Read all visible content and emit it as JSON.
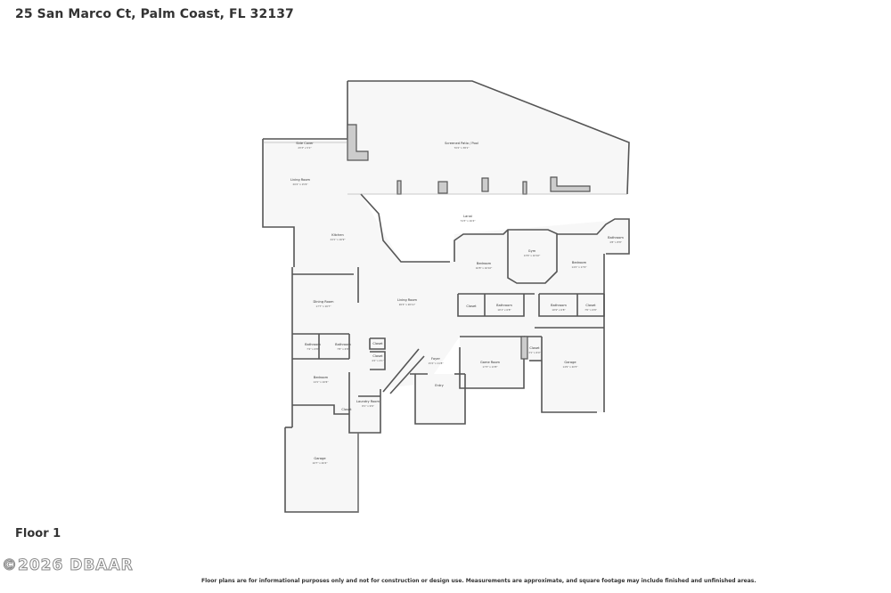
{
  "header": {
    "address": "25 San Marco Ct, Palm Coast, FL 32137"
  },
  "floor": {
    "label": "Floor 1"
  },
  "watermark": {
    "text": "©2026 DBAAR"
  },
  "footer": {
    "disclaimer": "Floor plans are for informational purposes only and not for construction or design use. Measurements are approximate, and square footage may include finished and unfinished areas."
  },
  "rooms": {
    "screened_patio": {
      "name": "Screened Patio / Pool",
      "dim": "70'2\" x 38'1\""
    },
    "side_cover": {
      "name": "Side Cover",
      "dim": "23'3\" x 5'1\""
    },
    "living_left": {
      "name": "Living Room",
      "dim": "20'4\" x 15'6\""
    },
    "lanai": {
      "name": "Lanai",
      "dim": "74'3\" x 16'4\""
    },
    "bath_far_right": {
      "name": "Bathroom",
      "dim": "4'8\" x 8'8\""
    },
    "kitchen": {
      "name": "Kitchen",
      "dim": "24'1\" x 16'9\""
    },
    "bedroom_mid": {
      "name": "Bedroom",
      "dim": "16'8\" x 16'10\""
    },
    "gym": {
      "name": "Gym",
      "dim": "13'6\" x 10'10\""
    },
    "bedroom_right": {
      "name": "Bedroom",
      "dim": "14'2\" x 17'0\""
    },
    "dining": {
      "name": "Dining Room",
      "dim": "17'7\" x 16'7\""
    },
    "living_main": {
      "name": "Living Room",
      "dim": "26'4\" x 26'11\""
    },
    "closet_mid": {
      "name": "Closet",
      "dim": ""
    },
    "bath_mid": {
      "name": "Bathroom",
      "dim": "10'1\" x 6'8\""
    },
    "bath_right": {
      "name": "Bathroom",
      "dim": "10'9\" x 6'8\""
    },
    "closet_right": {
      "name": "Closet",
      "dim": "7'0\" x 6'8\""
    },
    "bath_left1": {
      "name": "Bathroom",
      "dim": "7'4\" x 6'8\""
    },
    "bath_left2": {
      "name": "Bathroom",
      "dim": "7'8\" x 6'8\""
    },
    "closet_a": {
      "name": "Closet",
      "dim": ""
    },
    "closet_b": {
      "name": "Closet",
      "dim": "4'2\" x 4'1\""
    },
    "foyer": {
      "name": "Foyer",
      "dim": "15'2\" x 11'8\""
    },
    "game_room": {
      "name": "Game Room",
      "dim": "17'3\" x 13'8\""
    },
    "closet_c": {
      "name": "Closet",
      "dim": "3'1\" x 6'0\""
    },
    "garage_right": {
      "name": "Garage",
      "dim": "14'9\" x 20'5\""
    },
    "bedroom_left": {
      "name": "Bedroom",
      "dim": "14'1\" x 10'6\""
    },
    "entry": {
      "name": "Entry",
      "dim": ""
    },
    "laundry": {
      "name": "Laundry Room",
      "dim": "8'1\" x 9'6\""
    },
    "closet_d": {
      "name": "Closet",
      "dim": ""
    },
    "garage_left": {
      "name": "Garage",
      "dim": "16'7\" x 20'4\""
    }
  }
}
